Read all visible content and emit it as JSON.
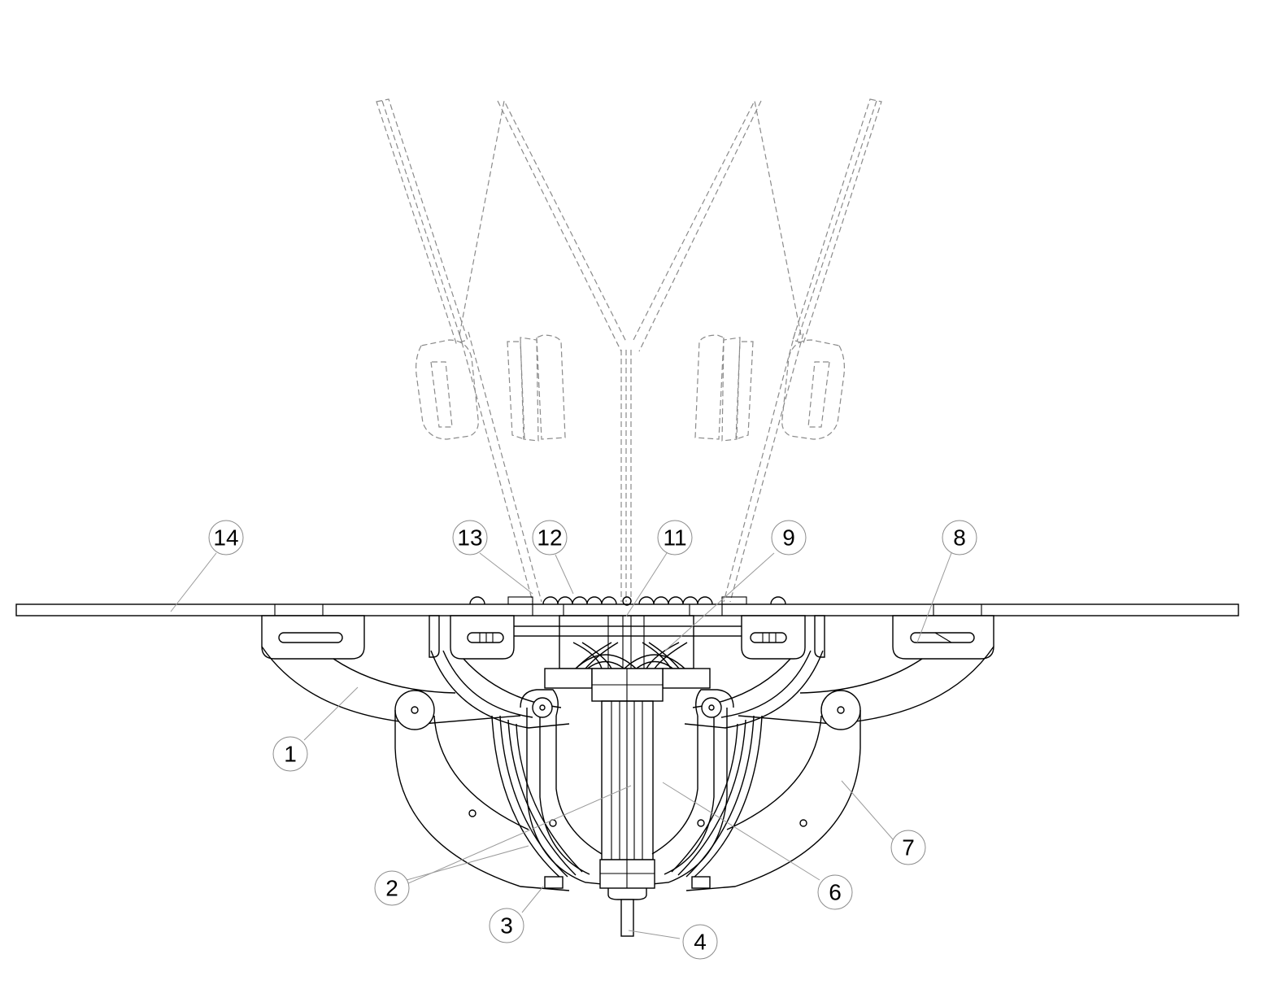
{
  "callouts": [
    {
      "id": "1",
      "text": "1"
    },
    {
      "id": "2",
      "text": "2"
    },
    {
      "id": "3",
      "text": "3"
    },
    {
      "id": "4",
      "text": "4"
    },
    {
      "id": "6",
      "text": "6"
    },
    {
      "id": "7",
      "text": "7"
    },
    {
      "id": "8",
      "text": "8"
    },
    {
      "id": "9",
      "text": "9"
    },
    {
      "id": "11",
      "text": "11"
    },
    {
      "id": "12",
      "text": "12"
    },
    {
      "id": "13",
      "text": "13"
    },
    {
      "id": "14",
      "text": "14"
    }
  ],
  "colors": {
    "line": "#000000",
    "hidden_line": "#8a8a8a",
    "callout": "#8c8c8c"
  }
}
